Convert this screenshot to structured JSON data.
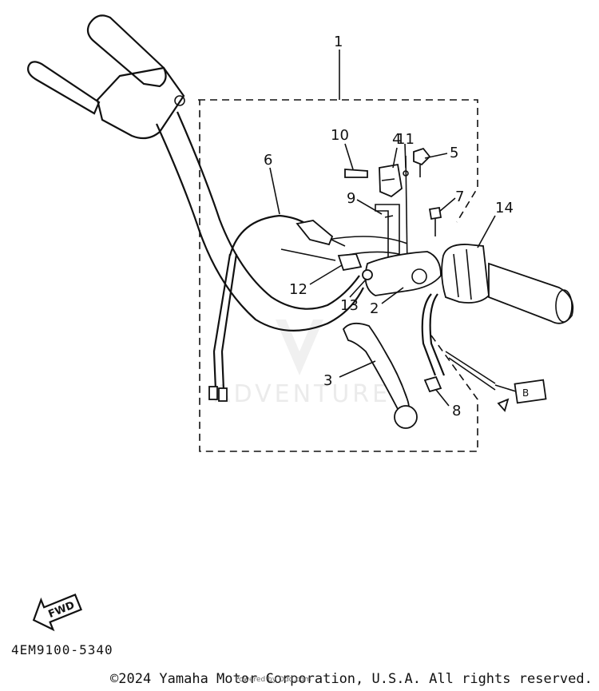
{
  "diagram": {
    "callouts": [
      "1",
      "2",
      "3",
      "4",
      "5",
      "6",
      "7",
      "8",
      "9",
      "10",
      "11",
      "12",
      "13",
      "14"
    ],
    "fwd_label": "FWD",
    "switch_label": "B",
    "watermark": "ADVENTURE"
  },
  "footer": {
    "diagram_code": "4EM9100-5340",
    "copyright": "©2024 Yamaha Motor Corporation, U.S.A. All rights reserved.",
    "overlay_text": "Powered by Ddd.com"
  }
}
